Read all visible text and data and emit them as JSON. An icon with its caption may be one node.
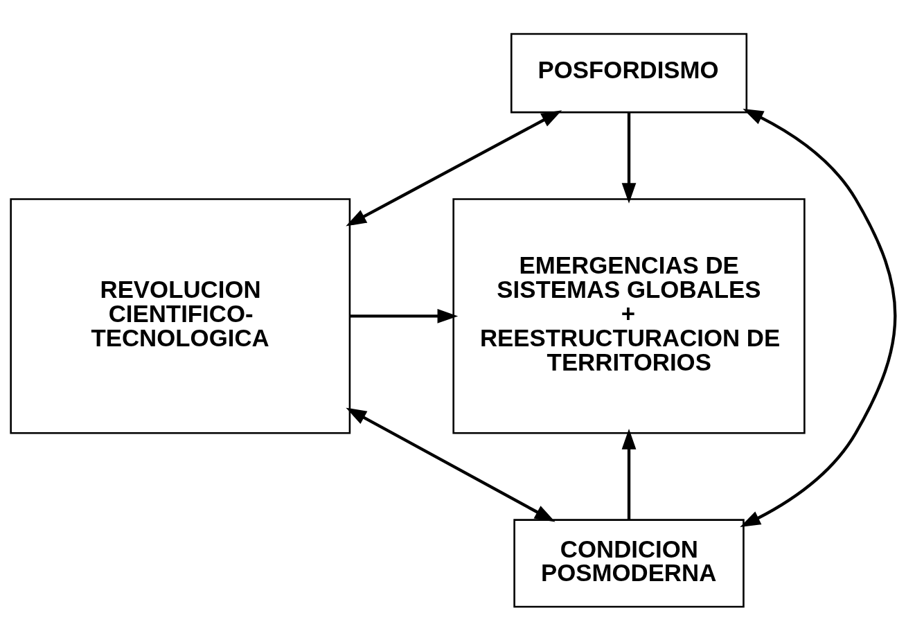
{
  "diagram": {
    "nodes": [
      {
        "text": [
          "POSFORDISMO"
        ]
      },
      {
        "text": [
          "REVOLUCION CIENTIFICO- TECNOLOGICA"
        ]
      },
      {
        "text": [
          "EMERGENCIAS DE SISTEMAS GLOBALES",
          "+",
          "REESTRUCTURACION DE TERRITORIOS"
        ]
      },
      {
        "text": [
          "CONDICION POSMODERNA"
        ]
      }
    ],
    "edges": [
      {
        "from": 0,
        "to": 1,
        "arrow": "both"
      },
      {
        "from": 0,
        "to": 2,
        "arrow": "to"
      },
      {
        "from": 1,
        "to": 2,
        "arrow": "to"
      },
      {
        "from": 0,
        "to": 3,
        "arrow": "both"
      },
      {
        "from": 1,
        "to": 3,
        "arrow": "both"
      },
      {
        "from": 3,
        "to": 2,
        "arrow": "to"
      }
    ]
  }
}
